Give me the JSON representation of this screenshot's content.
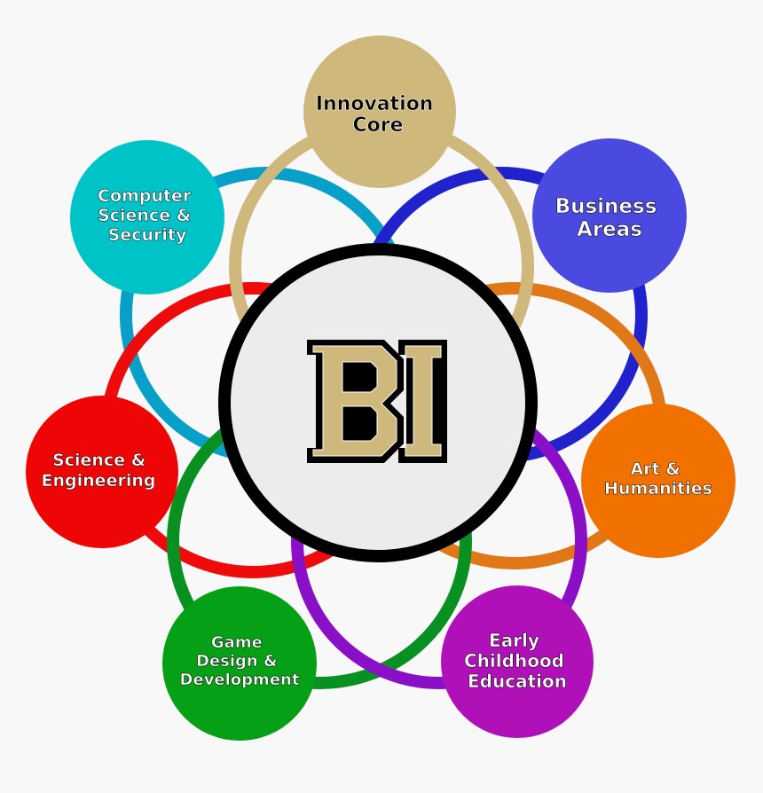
{
  "diagram": {
    "background": "#f8f8f9",
    "center": {
      "logo_text": "BI",
      "fill": "#ececec",
      "stroke": "#000000",
      "gold": "#cfb87c"
    },
    "nodes": [
      {
        "id": "innovation-core",
        "lines": [
          "Innovation",
          "Core"
        ],
        "color": "#cfb87c",
        "text_color": "#000000"
      },
      {
        "id": "business-areas",
        "lines": [
          "Business",
          "Areas"
        ],
        "color": "#4a4ae0",
        "ring": "#2222cc",
        "text_color": "#ffffff"
      },
      {
        "id": "art-humanities",
        "lines": [
          "Art &",
          "Humanities"
        ],
        "color": "#f07000",
        "ring": "#e07818",
        "text_color": "#ffffff"
      },
      {
        "id": "early-childhood-education",
        "lines": [
          "Early",
          "Childhood",
          "Education"
        ],
        "color": "#b010b8",
        "ring": "#8a10c8",
        "text_color": "#ffffff"
      },
      {
        "id": "game-design-development",
        "lines": [
          "Game",
          "Design &",
          "Development"
        ],
        "color": "#05a015",
        "ring": "#089020",
        "text_color": "#ffffff"
      },
      {
        "id": "science-engineering",
        "lines": [
          "Science &",
          "Engineering"
        ],
        "color": "#ee0505",
        "ring": "#ee0b0b",
        "text_color": "#ffffff"
      },
      {
        "id": "computer-science-security",
        "lines": [
          "Computer",
          "Science &",
          "Security"
        ],
        "color": "#00c3c8",
        "ring": "#08a0c8",
        "text_color": "#ffffff"
      }
    ]
  }
}
